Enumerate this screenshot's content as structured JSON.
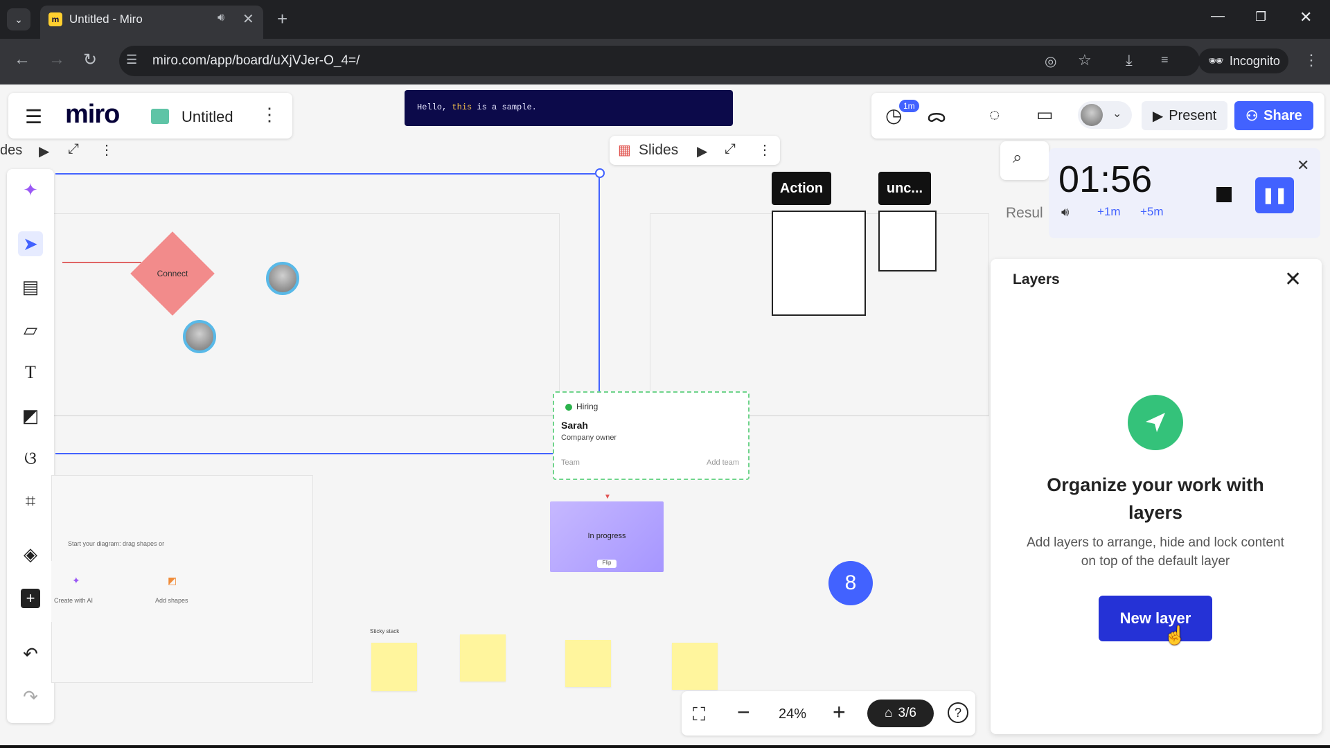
{
  "browser": {
    "tab_title": "Untitled - Miro",
    "url": "miro.com/app/board/uXjVJer-O_4=/",
    "incognito_label": "Incognito"
  },
  "board": {
    "logo": "miro",
    "title": "Untitled"
  },
  "code_block": {
    "before": "Hello, ",
    "keyword": "this",
    "after": " is a sample."
  },
  "toolbar": {
    "timer_badge": "1m",
    "present_label": "Present",
    "share_label": "Share"
  },
  "slides_bar": {
    "left_label": "des",
    "mid_label": "Slides"
  },
  "canvas": {
    "connect_label": "Connect",
    "hiring_card": {
      "status": "Hiring",
      "name": "Sarah",
      "role": "Company owner",
      "team": "Team",
      "add_team": "Add team"
    },
    "progress_card": {
      "label": "In progress",
      "chip": "Flip"
    },
    "action_tag": "Action",
    "unc_tag": "unc...",
    "count_badge": "8",
    "diagram_hint": "Start your diagram: drag shapes or",
    "create_ai_label": "Create with AI",
    "add_shapes_label": "Add shapes",
    "sticky_stack_label": "Sticky stack"
  },
  "zoom": {
    "level": "24%",
    "upgrade_label": "3/6"
  },
  "search": {
    "result_label": "Resul"
  },
  "timer": {
    "minutes": "01",
    "seconds": "56",
    "plus1": "+1m",
    "plus5": "+5m"
  },
  "layers": {
    "title": "Layers",
    "heading": "Organize your work with layers",
    "description": "Add layers to arrange, hide and lock content on top of the default layer",
    "new_layer_label": "New layer"
  },
  "colors": {
    "accent": "#4262ff",
    "new_layer_button": "#2532d6",
    "sticky": "#fff59d",
    "connect_shape": "#f28b8b",
    "layers_illustration": "#34c27a"
  }
}
